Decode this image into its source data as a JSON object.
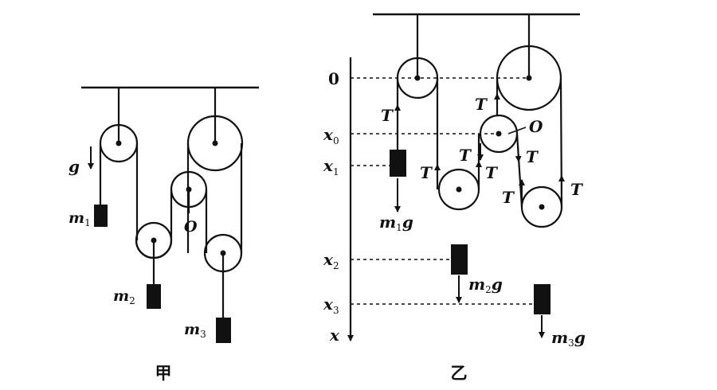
{
  "fig_a": {
    "caption": "甲",
    "g": "g",
    "m1": "m",
    "m1_sub": "1",
    "m2": "m",
    "m2_sub": "2",
    "m3": "m",
    "m3_sub": "3",
    "o": "O"
  },
  "fig_b": {
    "caption": "乙",
    "axis": {
      "x": "x",
      "zero": "0",
      "x0": "x",
      "x0_sub": "0",
      "x1": "x",
      "x1_sub": "1",
      "x2": "x",
      "x2_sub": "2",
      "x3": "x",
      "x3_sub": "3"
    },
    "tension": "T",
    "o": "O",
    "m1g": "m",
    "m1g_sub": "1",
    "m1g_g": "g",
    "m2g": "m",
    "m2g_sub": "2",
    "m2g_g": "g",
    "m3g": "m",
    "m3g_sub": "3",
    "m3g_g": "g"
  }
}
